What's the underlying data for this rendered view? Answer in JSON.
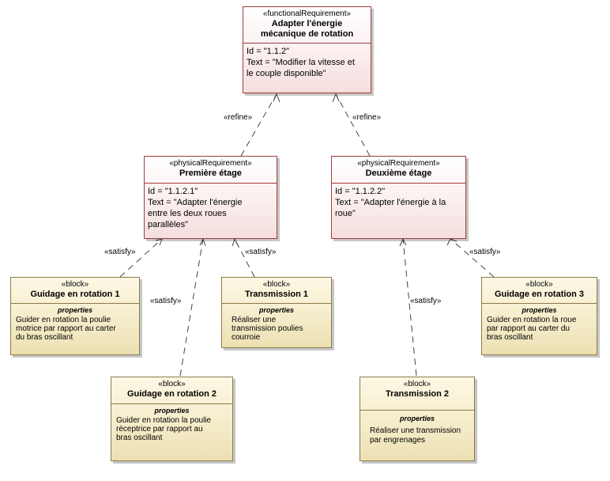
{
  "requirements": {
    "root": {
      "stereotype": "«functionalRequirement»",
      "name": "Adapter l'énergie\nmécanique de rotation",
      "id": "Id = \"1.1.2\"",
      "text": "Text = \"Modifier la vitesse et\nle couple disponible\""
    },
    "first": {
      "stereotype": "«physicalRequirement»",
      "name": "Première étage",
      "id": "Id = \"1.1.2.1\"",
      "text": "Text = \"Adapter l'énergie\nentre les deux roues\nparallèles\""
    },
    "second": {
      "stereotype": "«physicalRequirement»",
      "name": "Deuxième étage",
      "id": "Id = \"1.1.2.2\"",
      "text": "Text = \"Adapter l'énergie à la\nroue\""
    }
  },
  "blocks": {
    "g1": {
      "stereotype": "«block»",
      "name": "Guidage en rotation 1",
      "properties_label": "properties",
      "property": "Guider en rotation la poulie\nmotrice par rapport au carter\ndu bras oscillant"
    },
    "t1": {
      "stereotype": "«block»",
      "name": "Transmission 1",
      "properties_label": "properties",
      "property": "Réaliser une\ntransmission poulies\ncourroie"
    },
    "g2": {
      "stereotype": "«block»",
      "name": "Guidage en rotation 2",
      "properties_label": "properties",
      "property": "Guider en rotation la poulie\nréceptrice par rapport au\nbras oscillant"
    },
    "t2": {
      "stereotype": "«block»",
      "name": "Transmission 2",
      "properties_label": "properties",
      "property": "Réaliser une transmission\npar engrenages"
    },
    "g3": {
      "stereotype": "«block»",
      "name": "Guidage en rotation 3",
      "properties_label": "properties",
      "property": "Guider en rotation la roue\npar rapport au carter du\nbras oscillant"
    }
  },
  "relations": {
    "refine_left": "«refine»",
    "refine_right": "«refine»",
    "satisfy_g1": "«satisfy»",
    "satisfy_t1": "«satisfy»",
    "satisfy_g2": "«satisfy»",
    "satisfy_t2": "«satisfy»",
    "satisfy_g3": "«satisfy»"
  },
  "colors": {
    "requirement_border": "#a03c3c",
    "block_border": "#8d7b46",
    "connector": "#444444"
  }
}
